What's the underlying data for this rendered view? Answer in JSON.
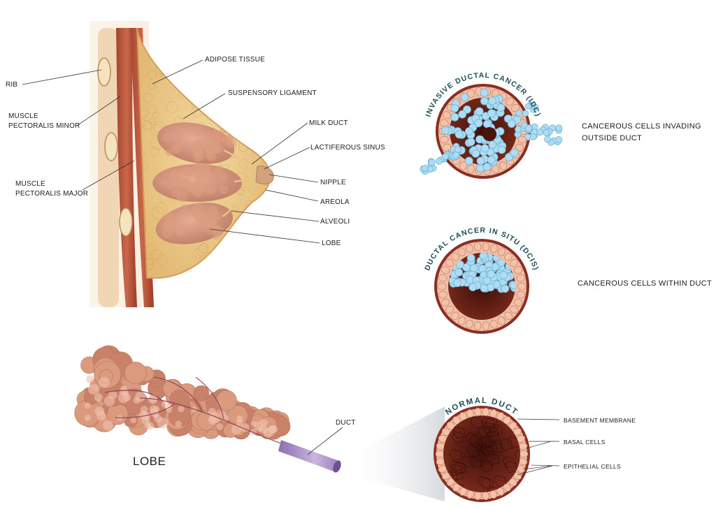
{
  "breast_labels": {
    "rib": "RIB",
    "muscle_minor_1": "MUSCLE",
    "muscle_minor_2": "PECTORALIS MINOR",
    "muscle_major_1": "MUSCLE",
    "muscle_major_2": "PECTORALIS MAJOR",
    "adipose": "ADIPOSE TISSUE",
    "ligament": "SUSPENSORY LIGAMENT",
    "milk_duct": "MILK DUCT",
    "sinus": "LACTIFEROUS SINUS",
    "nipple": "NIPPLE",
    "areola": "AREOLA",
    "alveoli": "ALVEOLI",
    "lobe": "LOBE"
  },
  "idc": {
    "title": "INVASIVE DUCTAL CANCER (IDC)",
    "desc_1": "CANCEROUS CELLS INVADING",
    "desc_2": "OUTSIDE DUCT"
  },
  "dcis": {
    "title": "DUCTAL CANCER IN SITU (DCIS)",
    "desc": "CANCEROUS CELLS WITHIN DUCT"
  },
  "normal": {
    "title": "NORMAL DUCT",
    "basement": "BASEMENT MEMBRANE",
    "basal": "BASAL CELLS",
    "epithelial": "EPITHELIAL CELLS"
  },
  "lobe_detail": {
    "lobe": "LOBE",
    "duct": "DUCT"
  },
  "colors": {
    "tissue": "#c98f73",
    "cell_pink": "#f2b69e",
    "cancer_blue": "#a8d8f0",
    "membrane": "#8a2d22",
    "duct_purple": "#a58fc4",
    "title_teal": "#1f4d52"
  }
}
